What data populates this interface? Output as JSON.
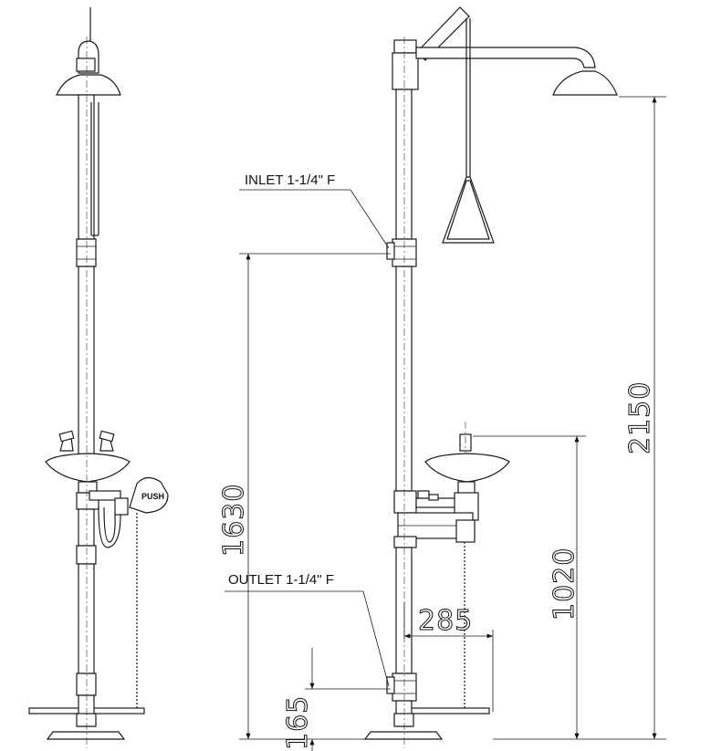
{
  "callouts": {
    "inlet": "INLET 1-1/4\" F",
    "outlet": "OUTLET 1-1/4\" F",
    "push": "PUSH"
  },
  "dimensions": {
    "overall_height": "2150",
    "inlet_height": "1630",
    "bowl_height": "1020",
    "offset": "285",
    "outlet_height": "165"
  }
}
